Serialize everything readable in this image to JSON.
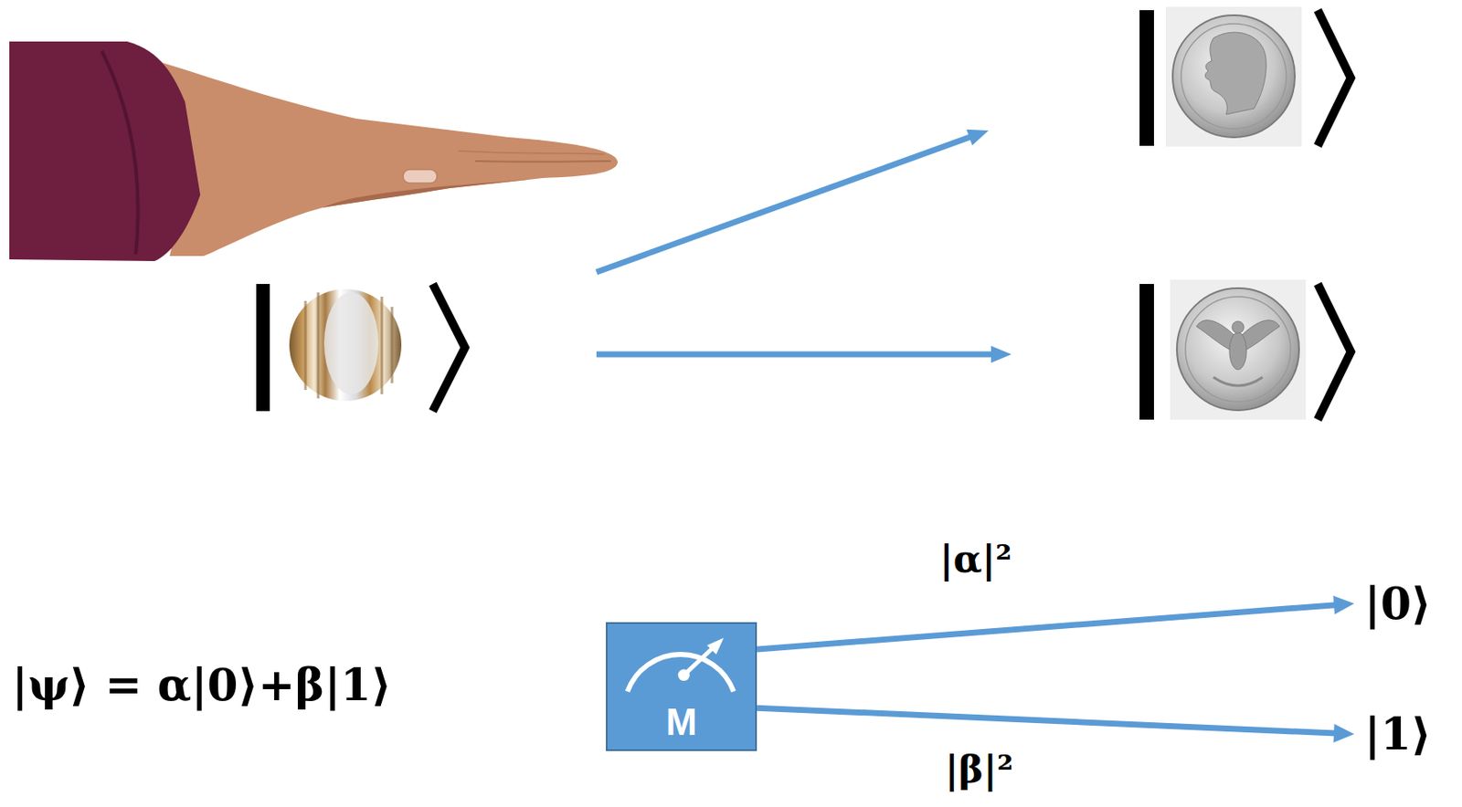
{
  "diagram": {
    "nodes": [
      {
        "text": [
          "M"
        ]
      },
      {
        "text": [
          "|0⟩"
        ]
      },
      {
        "text": [
          "|1⟩"
        ]
      }
    ],
    "edges": [
      {
        "from": 0,
        "to": 1,
        "arrow": "to",
        "label": "|α|²"
      },
      {
        "from": 0,
        "to": 2,
        "arrow": "to",
        "label": "|β|²"
      }
    ],
    "labels": [
      "|ψ⟩ = α|0⟩+β|1⟩"
    ]
  }
}
